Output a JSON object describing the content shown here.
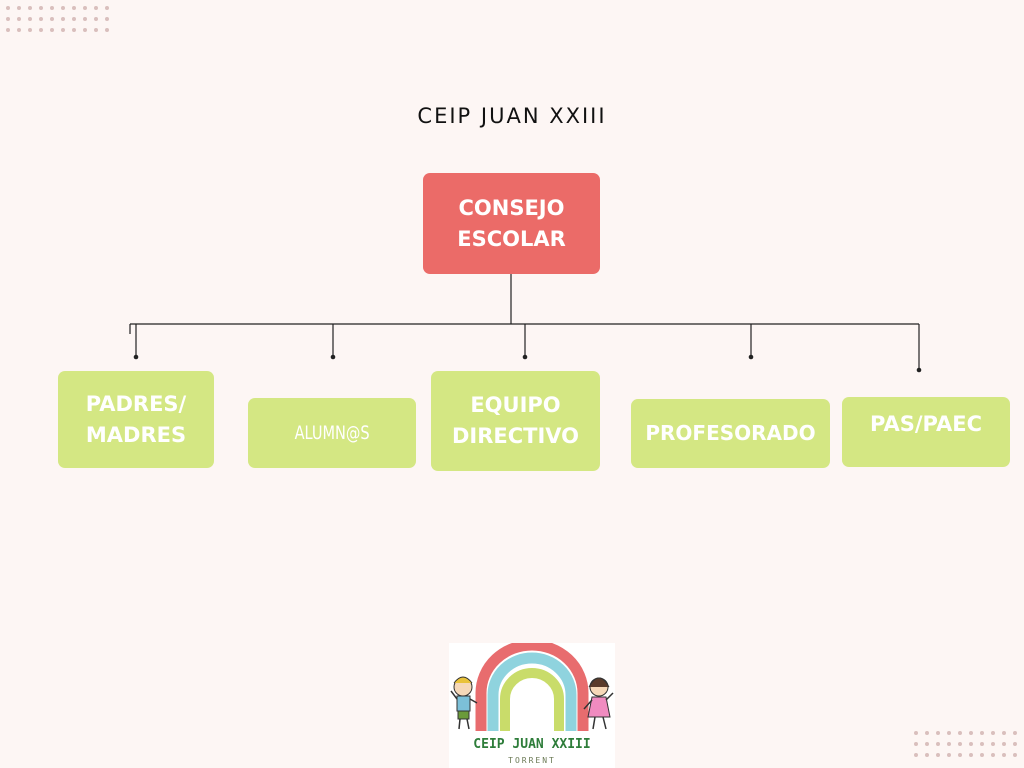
{
  "title": "CEIP JUAN XXIII",
  "root": {
    "label": "CONSEJO\nESCOLAR"
  },
  "children": [
    {
      "label": "PADRES/\nMADRES"
    },
    {
      "label": "ALUMN@S"
    },
    {
      "label": "EQUIPO\nDIRECTIVO"
    },
    {
      "label": "PROFESORADO"
    },
    {
      "label": "PAS/PAEC"
    }
  ],
  "logo": {
    "name": "CEIP JUAN XXIII",
    "city": "TORRENT"
  },
  "colors": {
    "background": "#fdf6f4",
    "root": "#eb6b68",
    "leaf": "#d4e783",
    "line": "#222222"
  }
}
